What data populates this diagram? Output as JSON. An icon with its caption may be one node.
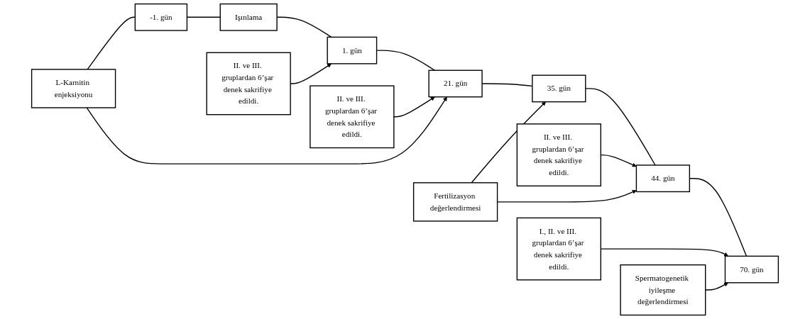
{
  "diagram": {
    "nodes": [
      {
        "text": [
          "II. ve III. gruplardan 6’şar denek sakrifiye edildi."
        ]
      },
      {
        "text": [
          "II. ve III. gruplardan 6’şar denek sakrifiye edildi."
        ]
      },
      {
        "text": [
          "II. ve III. gruplardan 6’şar denek sakrifiye edildi."
        ]
      },
      {
        "text": [
          "I., II. ve III. gruplardan 6’şar denek sakrifiye edildi."
        ]
      },
      {
        "text": [
          "-1. gün"
        ]
      },
      {
        "text": [
          "Işınlama"
        ]
      },
      {
        "text": [
          "1. gün"
        ]
      },
      {
        "text": [
          "21. gün"
        ]
      },
      {
        "text": [
          "35. gün"
        ]
      },
      {
        "text": [
          "44. gün"
        ]
      },
      {
        "text": [
          "70. gün"
        ]
      },
      {
        "text": [
          "L-Karnitin enjeksiyonu"
        ]
      },
      {
        "text": [
          "Fertilizasyon değerlendirmesi"
        ]
      },
      {
        "text": [
          "Spermatogenetik iyileşme değerlendirmesi"
        ]
      }
    ],
    "edges": [
      {
        "from": 4,
        "to": 5,
        "arrow": "none"
      },
      {
        "from": 5,
        "to": 6,
        "arrow": "none"
      },
      {
        "from": 6,
        "to": 7,
        "arrow": "none"
      },
      {
        "from": 7,
        "to": 8,
        "arrow": "none"
      },
      {
        "from": 8,
        "to": 9,
        "arrow": "none"
      },
      {
        "from": 9,
        "to": 10,
        "arrow": "none"
      },
      {
        "from": 0,
        "to": 6,
        "arrow": "to"
      },
      {
        "from": 1,
        "to": 7,
        "arrow": "to"
      },
      {
        "from": 2,
        "to": 9,
        "arrow": "to"
      },
      {
        "from": 3,
        "to": 10,
        "arrow": "to"
      },
      {
        "from": 11,
        "to": 4,
        "arrow": "none"
      },
      {
        "from": 11,
        "to": 7,
        "arrow": "to"
      },
      {
        "from": 12,
        "to": 8,
        "arrow": "to"
      },
      {
        "from": 12,
        "to": 9,
        "arrow": "to"
      },
      {
        "from": 13,
        "to": 10,
        "arrow": "to"
      }
    ]
  }
}
